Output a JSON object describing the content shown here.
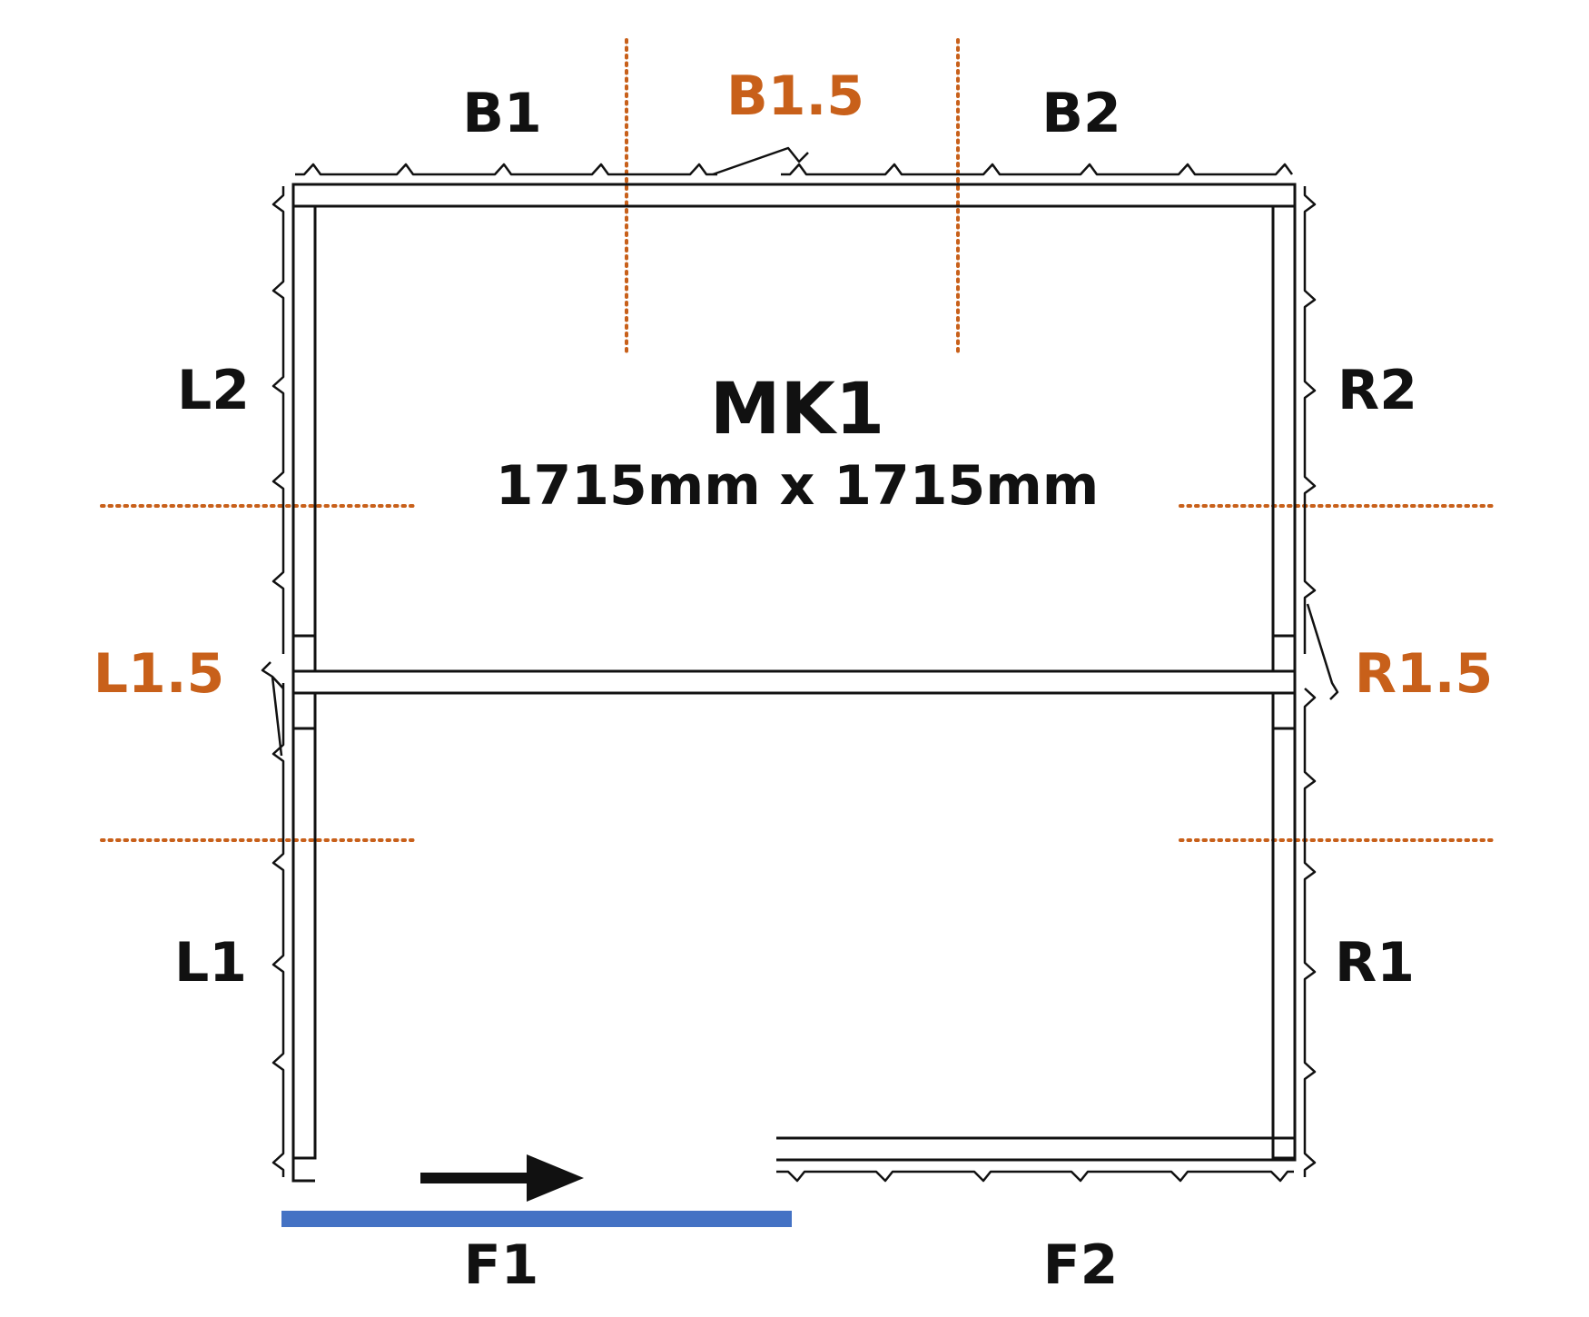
{
  "title": "MK1",
  "dimensions": "1715mm x 1715mm",
  "panels": {
    "back_left": "B1",
    "back_mid": "B1.5",
    "back_right": "B2",
    "left_upper": "L2",
    "left_mid": "L1.5",
    "left_lower": "L1",
    "right_upper": "R2",
    "right_mid": "R1.5",
    "right_lower": "R1",
    "front_left": "F1",
    "front_right": "F2"
  },
  "colors": {
    "label": "#111111",
    "accent": "#c8601a",
    "opening": "#4472c4"
  },
  "icons": {
    "door_direction": "arrow-right-icon"
  }
}
